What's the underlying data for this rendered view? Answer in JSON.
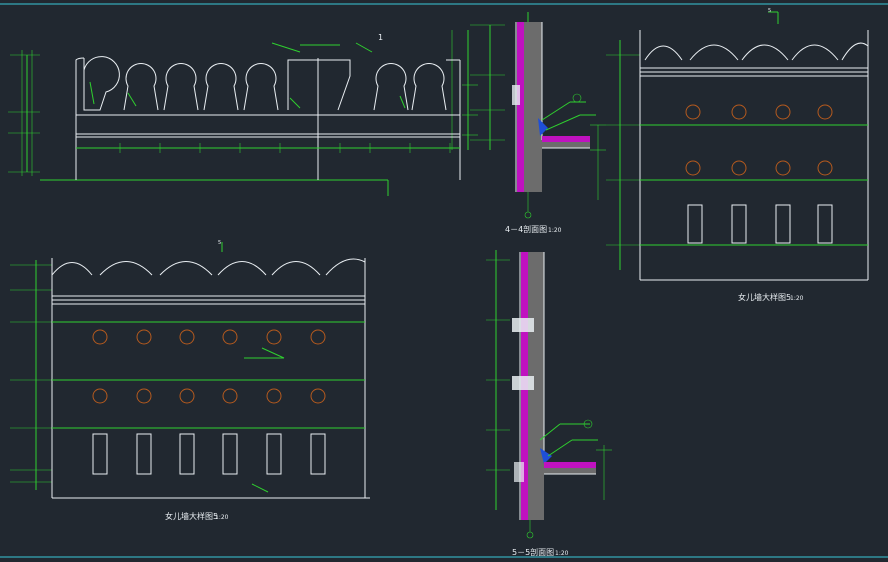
{
  "drawings": {
    "top_center": {
      "title": "4－4剖面图",
      "scale": "1:20",
      "marker": "4"
    },
    "bottom_center": {
      "title": "5－5剖面图",
      "scale": "1:20",
      "marker": "5"
    },
    "right": {
      "title": "女儿墙大样图5",
      "scale": "1:20",
      "marker": "5"
    },
    "left": {
      "title": "女儿墙大样图5",
      "scale": "1:20",
      "marker": "5"
    },
    "top_left": {
      "marker": "1"
    }
  },
  "colors": {
    "background": "#212830",
    "frame": "#39c7d8",
    "dimension": "#2fd02f",
    "outline": "#e9eef2",
    "ornament": "#b55a1e",
    "membrane": "#c012c0",
    "insulation": "#1f4fd8"
  }
}
